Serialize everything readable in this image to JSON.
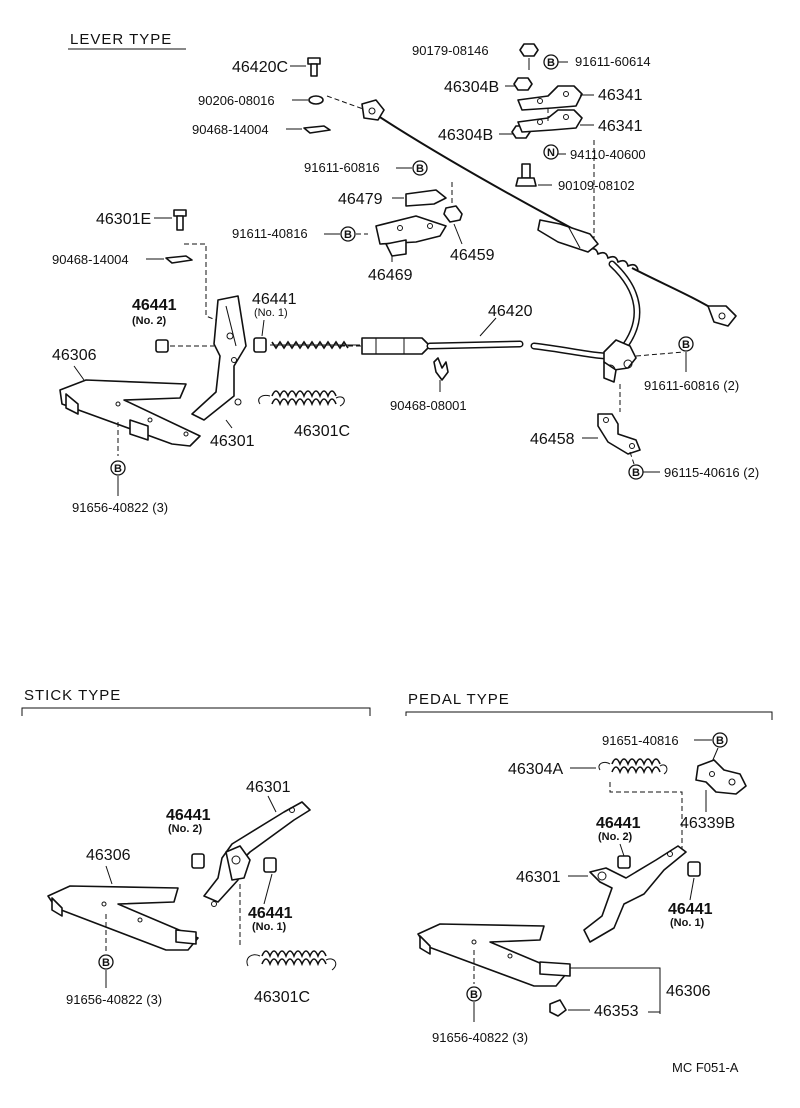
{
  "sections": {
    "lever_title": "LEVER TYPE",
    "stick_title": "STICK TYPE",
    "pedal_title": "PEDAL TYPE"
  },
  "lever": {
    "p90179_08146": "90179-08146",
    "p91611_60614": "91611-60614",
    "p46420C": "46420C",
    "p90206_08016": "90206-08016",
    "p46304B_a": "46304B",
    "p46341_a": "46341",
    "p90468_14004_a": "90468-14004",
    "p46304B_b": "46304B",
    "p46341_b": "46341",
    "p94110_40600": "94110-40600",
    "p91611_60816_a": "91611-60816",
    "p90109_08102": "90109-08102",
    "p46479": "46479",
    "p46301E": "46301E",
    "p91611_40816": "91611-40816",
    "p46469": "46469",
    "p46459": "46459",
    "p90468_14004_b": "90468-14004",
    "p46441_no2": "46441",
    "no2": "(No. 2)",
    "p46441_no1": "46441",
    "no1": "(No. 1)",
    "p46420": "46420",
    "p46306": "46306",
    "p91611_60816_2": "91611-60816 (2)",
    "p90468_08001": "90468-08001",
    "p46301": "46301",
    "p46301C": "46301C",
    "p46458": "46458",
    "p96115_40616_2": "96115-40616 (2)",
    "p91656_40822_3": "91656-40822 (3)"
  },
  "stick": {
    "p46301": "46301",
    "p46441_no2": "46441",
    "no2": "(No. 2)",
    "p46306": "46306",
    "p46441_no1": "46441",
    "no1": "(No. 1)",
    "p91656_40822_3": "91656-40822 (3)",
    "p46301C": "46301C"
  },
  "pedal": {
    "p91651_40816": "91651-40816",
    "p46304A": "46304A",
    "p46339B": "46339B",
    "p46441_no2": "46441",
    "no2": "(No. 2)",
    "p46301": "46301",
    "p46441_no1": "46441",
    "no1": "(No. 1)",
    "p46306": "46306",
    "p46353": "46353",
    "p91656_40822_3": "91656-40822 (3)"
  },
  "callouts": {
    "b": "B",
    "n": "N"
  },
  "figure_code": "MC  F051-A"
}
